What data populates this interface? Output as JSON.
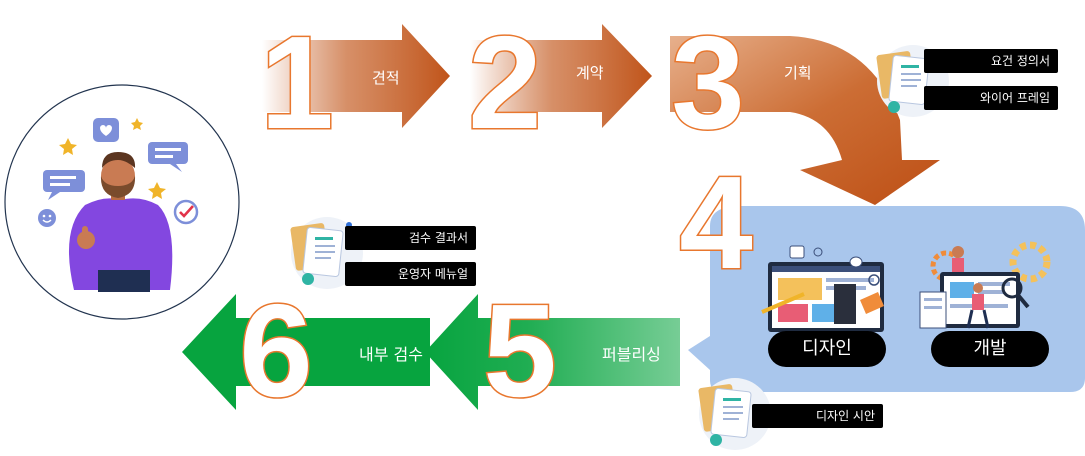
{
  "colors": {
    "orange": "#c0541a",
    "green": "#07a43f",
    "number_outline": "#e8772e",
    "panel_blue": "#a9c6ec",
    "tag_bg": "#000000"
  },
  "steps": [
    {
      "number": "1",
      "label": "견적"
    },
    {
      "number": "2",
      "label": "계약"
    },
    {
      "number": "3",
      "label": "기획"
    },
    {
      "number": "4",
      "label": ""
    },
    {
      "number": "5",
      "label": "퍼블리싱"
    },
    {
      "number": "6",
      "label": "내부 검수"
    }
  ],
  "planning_docs": [
    "요건 정의서",
    "와이어 프레임"
  ],
  "review_docs": [
    "검수 결과서",
    "운영자 메뉴얼"
  ],
  "design_docs": [
    "디자인 시안"
  ],
  "phase4": {
    "design_label": "디자인",
    "dev_label": "개발"
  },
  "icons": [
    "person-icon",
    "document-stack-icon",
    "design-screen-icon",
    "development-icon"
  ]
}
